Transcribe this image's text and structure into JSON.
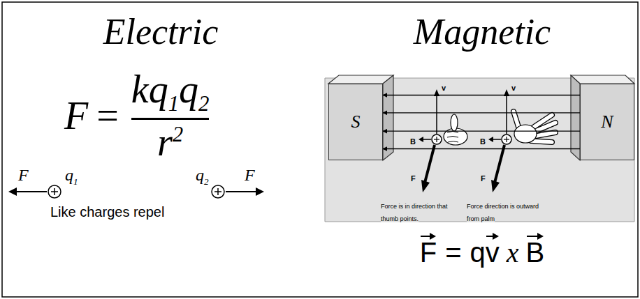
{
  "diagram": {
    "nodes": [
      {
        "text": [
          "S"
        ]
      },
      {
        "text": [
          "N"
        ]
      }
    ],
    "edges": [
      {
        "from": 1,
        "to": 0,
        "arrow": "to"
      },
      {
        "from": 1,
        "to": 0,
        "arrow": "to"
      },
      {
        "from": 1,
        "to": 0,
        "arrow": "to"
      },
      {
        "from": 1,
        "to": 0,
        "arrow": "to"
      }
    ],
    "labels": [
      "Electric",
      "Magnetic",
      "F",
      "=",
      "kq",
      "1",
      "q",
      "2",
      "r",
      "2",
      "F",
      "q",
      "1",
      "q",
      "2",
      "F",
      "Like charges repel",
      "v",
      "B",
      "F",
      "Force is in direction that thumb points.",
      "v",
      "B",
      "F",
      "Force direction is outward from palm",
      "F",
      "=",
      "q",
      "v",
      "x",
      "B"
    ]
  }
}
